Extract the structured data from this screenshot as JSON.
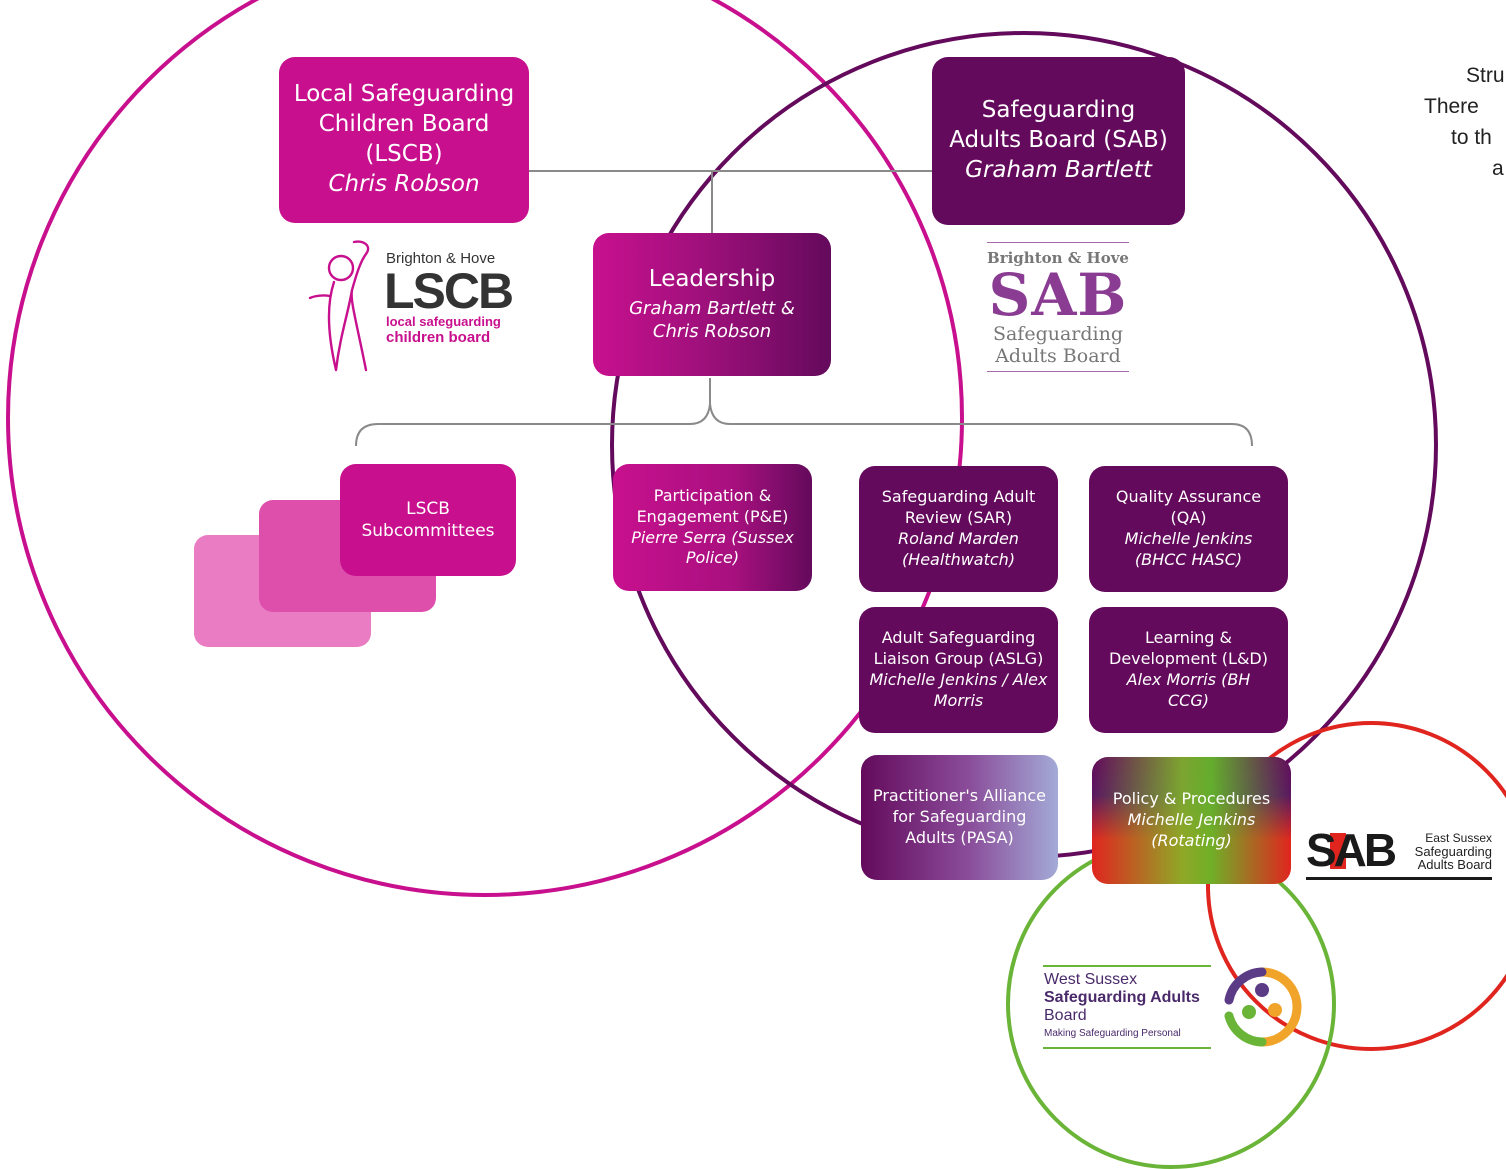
{
  "side_text": [
    "Stru",
    "There",
    "to th",
    "",
    "a"
  ],
  "lscb_board": {
    "title": "Local Safeguarding Children Board (LSCB)",
    "person": "Chris Robson"
  },
  "sab_board": {
    "title": "Safeguarding Adults Board (SAB)",
    "person": "Graham Bartlett"
  },
  "leadership": {
    "title": "Leadership",
    "person": "Graham Bartlett & Chris Robson"
  },
  "lscb_subcommittees": {
    "title": "LSCB Subcommittees"
  },
  "subgroups": {
    "pe": {
      "title": "Participation & Engagement (P&E)",
      "person": "Pierre Serra (Sussex Police)"
    },
    "sar": {
      "title": "Safeguarding Adult Review (SAR)",
      "person": "Roland Marden (Healthwatch)"
    },
    "qa": {
      "title": "Quality Assurance (QA)",
      "person": "Michelle Jenkins (BHCC HASC)"
    },
    "aslg": {
      "title": "Adult Safeguarding Liaison Group (ASLG)",
      "person": "Michelle Jenkins / Alex Morris"
    },
    "ld": {
      "title": "Learning & Development (L&D)",
      "person": "Alex Morris (BH CCG)"
    },
    "pasa": {
      "title": "Practitioner's Alliance for Safeguarding Adults (PASA)"
    },
    "pp": {
      "title": "Policy & Procedures",
      "person": "Michelle Jenkins (Rotating)"
    }
  },
  "logos": {
    "lscb": {
      "line1": "Brighton & Hove",
      "acronym": "LSCB",
      "line2": "local safeguarding",
      "line3": "children board"
    },
    "sab": {
      "line1": "Brighton & Hove",
      "acronym": "SAB",
      "line2": "Safeguarding",
      "line3": "Adults Board"
    },
    "east_sussex": {
      "acronym": "SAB",
      "line1": "East Sussex",
      "line2": "Safeguarding",
      "line3": "Adults Board"
    },
    "west_sussex": {
      "line1": "West Sussex",
      "line2": "Safeguarding Adults",
      "line3": "Board",
      "line4": "Making Safeguarding Personal"
    }
  },
  "colors": {
    "magenta": "#c8108e",
    "purple": "#640a5c",
    "red": "#e0251f",
    "green": "#6ab437",
    "connector": "#8a8a8a"
  }
}
